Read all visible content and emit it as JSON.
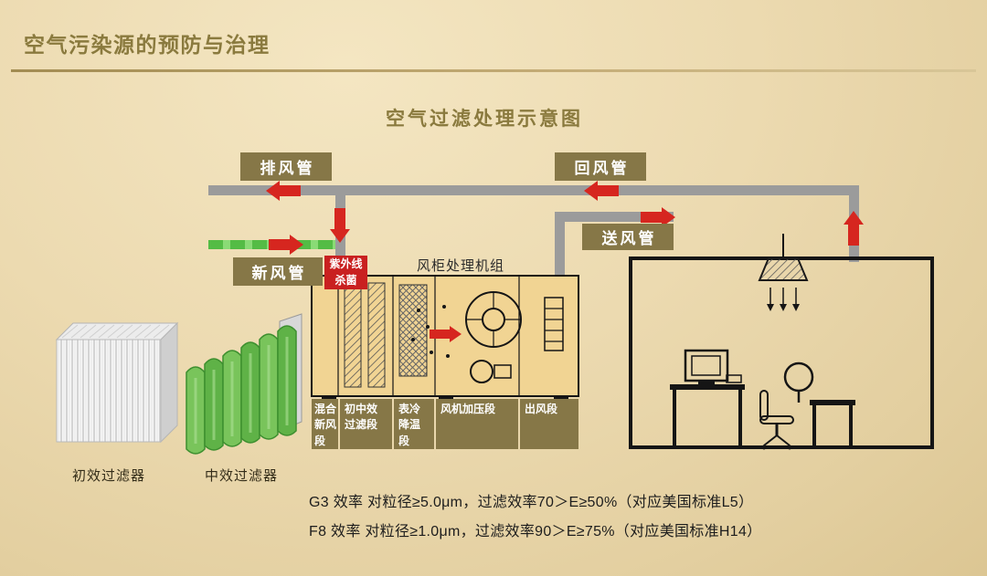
{
  "page": {
    "header_title": "空气污染源的预防与治理",
    "diagram_title": "空气过滤处理示意图"
  },
  "duct_labels": {
    "exhaust": "排风管",
    "return": "回风管",
    "fresh": "新风管",
    "supply": "送风管"
  },
  "uv": {
    "line1": "紫外线",
    "line2": "杀菌"
  },
  "ahu": {
    "title": "风柜处理机组",
    "sections": [
      "混合新风段",
      "初中效过滤段",
      "表冷降温段",
      "风机加压段",
      "出风段"
    ]
  },
  "filters": [
    {
      "name": "初效过滤器"
    },
    {
      "name": "中效过滤器"
    }
  ],
  "notes": [
    "G3 效率 对粒径≥5.0μm，过滤效率70＞E≥50%（对应美国标准L5）",
    "F8 效率 对粒径≥1.0μm，过滤效率90＞E≥75%（对应美国标准H14）"
  ],
  "colors": {
    "background": "#ead8ac",
    "accent": "#8a7a3e",
    "tag": "#867747",
    "uv": "#c92020",
    "duct": "#9b9b9b",
    "arrow": "#d6261f",
    "fresh_green": "#54bc45",
    "ahu_fill": "#f1d493",
    "filter_green": "#6fbf53"
  }
}
